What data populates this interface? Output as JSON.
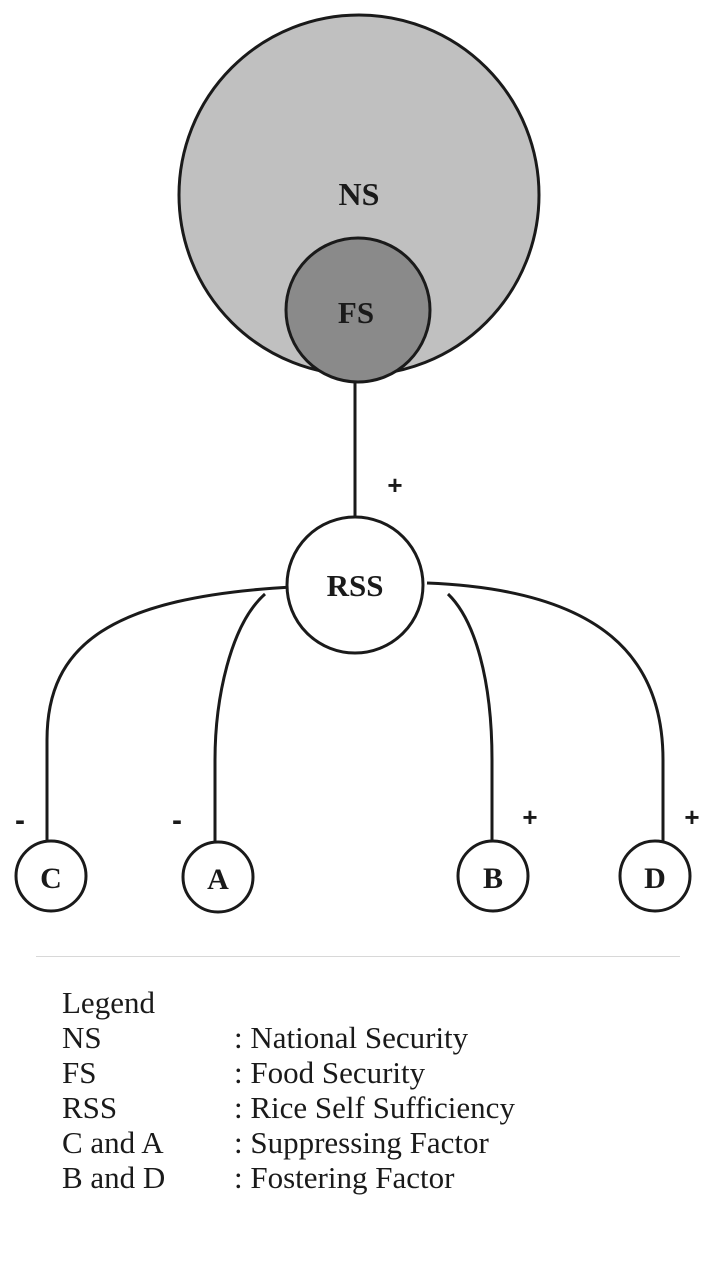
{
  "diagram": {
    "nodes": {
      "ns": {
        "label": "NS",
        "fill": "#c0c0c0"
      },
      "fs": {
        "label": "FS",
        "fill": "#8a8a8a"
      },
      "rss": {
        "label": "RSS",
        "fill": "#ffffff"
      },
      "c": {
        "label": "C",
        "fill": "#ffffff"
      },
      "a": {
        "label": "A",
        "fill": "#ffffff"
      },
      "b": {
        "label": "B",
        "fill": "#ffffff"
      },
      "d": {
        "label": "D",
        "fill": "#ffffff"
      }
    },
    "edges": [
      {
        "from": "fs",
        "to": "rss",
        "sign": "+"
      },
      {
        "from": "rss",
        "to": "c",
        "sign": "-"
      },
      {
        "from": "rss",
        "to": "a",
        "sign": "-"
      },
      {
        "from": "rss",
        "to": "b",
        "sign": "+"
      },
      {
        "from": "rss",
        "to": "d",
        "sign": "+"
      }
    ]
  },
  "legend": {
    "title": "Legend",
    "items": [
      {
        "term": "NS",
        "description": ": National Security"
      },
      {
        "term": "FS",
        "description": ": Food Security"
      },
      {
        "term": "RSS",
        "description": ": Rice Self Sufficiency"
      },
      {
        "term": "C and A",
        "description": ": Suppressing Factor"
      },
      {
        "term": "B and D",
        "description": ": Fostering Factor"
      }
    ]
  }
}
